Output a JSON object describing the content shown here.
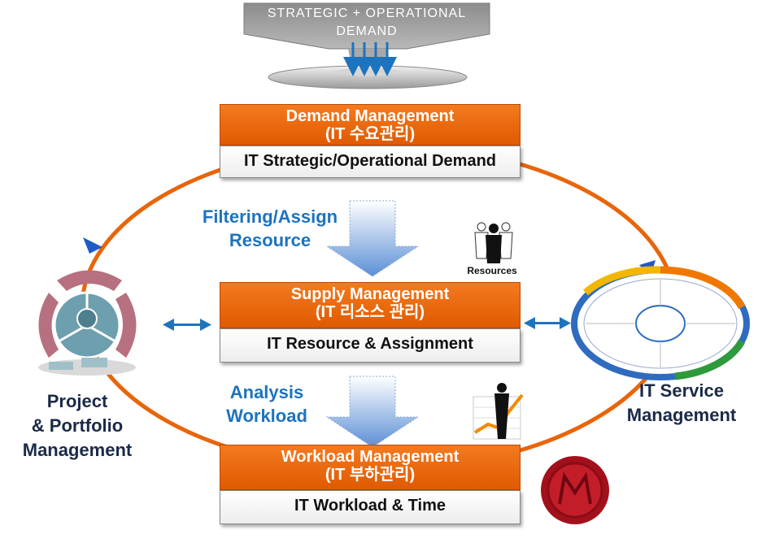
{
  "funnel": {
    "line1": "STRATEGIC  + OPERATIONAL",
    "line2": "DEMAND"
  },
  "boxes": [
    {
      "title": "Demand Management",
      "subtitle": "(IT 수요관리)",
      "body": "IT Strategic/Operational Demand"
    },
    {
      "title": "Supply Management",
      "subtitle": "(IT 리소스 관리)",
      "body": "IT Resource & Assignment"
    },
    {
      "title": "Workload Management",
      "subtitle": "(IT 부하관리)",
      "body": "IT Workload & Time"
    }
  ],
  "arrows": {
    "filtering": {
      "line1": "Filtering/Assign",
      "line2": "Resource"
    },
    "analysis": {
      "line1": "Analysis",
      "line2": "Workload"
    }
  },
  "resources_label": "Resources",
  "left": {
    "line1": "Project",
    "line2": "& Portfolio",
    "line3": "Management"
  },
  "right": {
    "line1": "IT Service",
    "line2": "Management"
  },
  "colors": {
    "orange": "#e8650a",
    "blue": "#1e73be",
    "dark_text": "#1a2a48"
  }
}
